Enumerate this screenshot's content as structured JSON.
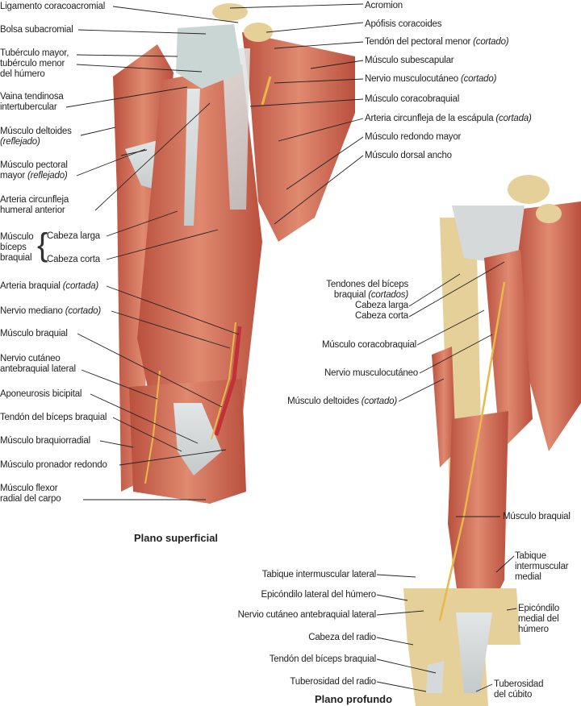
{
  "superficial": {
    "title": "Plano superficial",
    "labels": {
      "ligamento": "Ligamento coracoacromial",
      "bolsa": "Bolsa subacromial",
      "tuberculo_1": "Tubérculo mayor,",
      "tuberculo_2": "tubérculo menor",
      "tuberculo_3": "del húmero",
      "vaina_1": "Vaina tendinosa",
      "vaina_2": "intertubercular",
      "deltoides_1": "Músculo deltoides",
      "deltoides_2": "(reflejado)",
      "pectoral_1": "Músculo pectoral",
      "pectoral_2": "mayor",
      "pectoral_3": "(reflejado)",
      "arteria_circ_1": "Arteria circunfleja",
      "arteria_circ_2": "humeral anterior",
      "biceps_1": "Músculo",
      "biceps_2": "bíceps",
      "biceps_3": "braquial",
      "cabeza_larga": "Cabeza larga",
      "cabeza_corta": "Cabeza corta",
      "arteria_braquial": "Arteria braquial",
      "arteria_braquial_note": "(cortada)",
      "nervio_mediano": "Nervio mediano",
      "nervio_mediano_note": "(cortado)",
      "braquial": "Músculo braquial",
      "cutaneo_1": "Nervio cutáneo",
      "cutaneo_2": "antebraquial lateral",
      "aponeurosis": "Aponeurosis bicipital",
      "tendon_biceps": "Tendón del bíceps braquial",
      "braquiorradial": "Músculo braquiorradial",
      "pronador": "Músculo pronador redondo",
      "flexor_1": "Músculo flexor",
      "flexor_2": "radial del carpo"
    },
    "right_labels": {
      "acromion": "Acromion",
      "coracoides": "Apófisis coracoides",
      "pectoral_menor": "Tendón del pectoral menor",
      "pectoral_menor_note": "(cortado)",
      "subescapular": "Músculo subescapular",
      "musculocutaneo": "Nervio musculocutáneo",
      "musculocutaneo_note": "(cortado)",
      "coracobraquial": "Músculo coracobraquial",
      "circ_escapula": "Arteria circunfleja de la escápula",
      "circ_escapula_note": "(cortada)",
      "redondo": "Músculo redondo mayor",
      "dorsal": "Músculo dorsal ancho"
    }
  },
  "deep": {
    "title": "Plano profundo",
    "labels": {
      "tendones_1": "Tendones del bíceps",
      "tendones_2": "braquial",
      "tendones_note": "(cortados)",
      "cabeza_larga": "Cabeza larga",
      "cabeza_corta": "Cabeza corta",
      "coracobraquial": "Músculo coracobraquial",
      "musculocutaneo": "Nervio musculocutáneo",
      "deltoides": "Músculo deltoides",
      "deltoides_note": "(cortado)",
      "braquial": "Músculo braquial",
      "tabique_lat": "Tabique intermuscular lateral",
      "epi_lat": "Epicóndilo lateral del húmero",
      "cutaneo": "Nervio cutáneo antebraquial lateral",
      "cabeza_radio": "Cabeza del radio",
      "tendon_biceps": "Tendón del bíceps braquial",
      "tuberosidad_radio": "Tuberosidad del radio",
      "tabique_med_1": "Tabique",
      "tabique_med_2": "intermuscular",
      "tabique_med_3": "medial",
      "epi_med_1": "Epicóndilo",
      "epi_med_2": "medial del",
      "epi_med_3": "húmero",
      "tub_cubito_1": "Tuberosidad",
      "tub_cubito_2": "del cúbito"
    }
  },
  "colors": {
    "muscle": "#d8705a",
    "muscle_dark": "#b8493a",
    "bone": "#e6d09a",
    "tendon": "#d5d9da",
    "nerve": "#e8b84a",
    "artery": "#c2303a"
  }
}
